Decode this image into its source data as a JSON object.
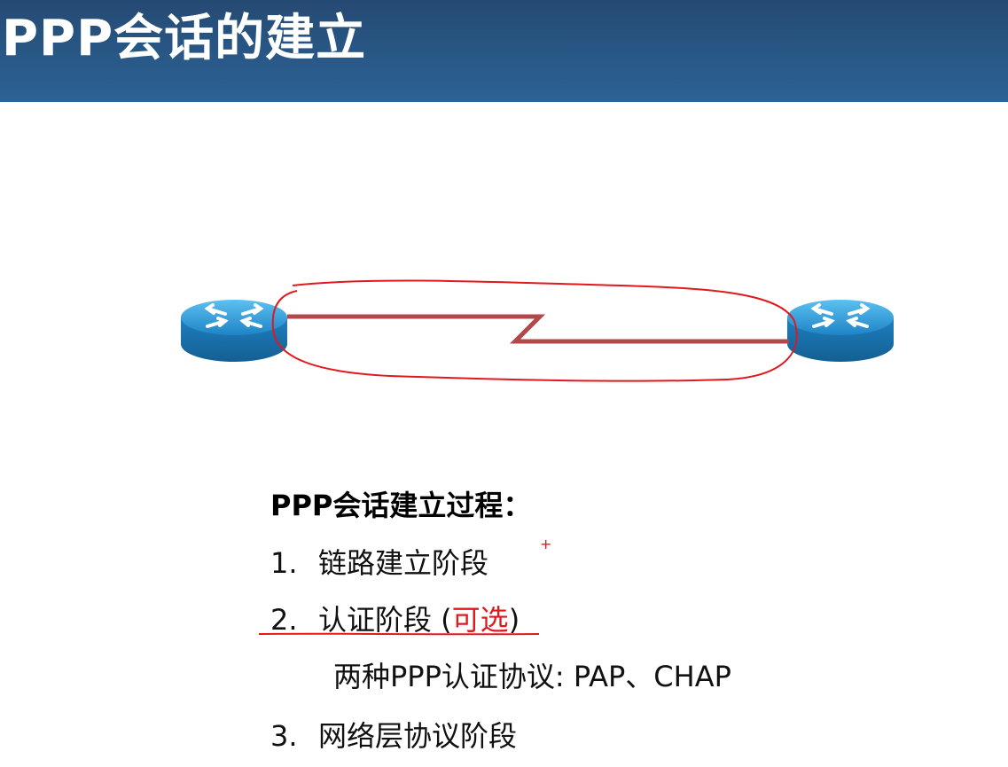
{
  "title": "PPP会话的建立",
  "process": {
    "heading": "PPP会话建立过程：",
    "steps": [
      {
        "num": "1.",
        "text": "链路建立阶段"
      },
      {
        "num": "2.",
        "text": "认证阶段 (",
        "highlight": "可选",
        "suffix": ")"
      },
      {
        "num": "3.",
        "text": "网络层协议阶段"
      }
    ],
    "sub_note": "两种PPP认证协议: PAP、CHAP"
  },
  "annotation": {
    "plus": "+"
  },
  "icons": {
    "left_router": "router-icon",
    "right_router": "router-icon",
    "link": "serial-link-icon"
  },
  "colors": {
    "title_bar": "#2a5a8a",
    "router_top": "#2b8fd0",
    "router_side": "#1a6aa3",
    "link": "#b2484a",
    "annotation_red": "#e0191e"
  }
}
